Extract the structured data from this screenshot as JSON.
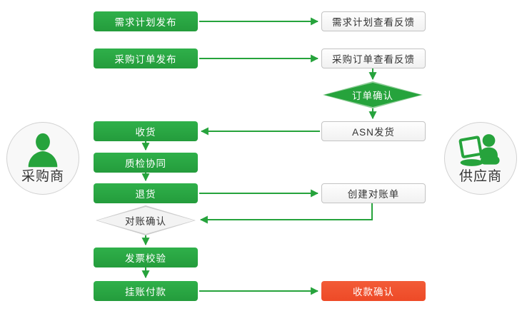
{
  "diagram": {
    "actors": {
      "buyer": "采购商",
      "supplier": "供应商"
    },
    "buyer_nodes": {
      "demand_plan_publish": "需求计划发布",
      "purchase_order_publish": "采购订单发布",
      "receive_goods": "收货",
      "quality_inspection": "质检协同",
      "return_goods": "退货",
      "reconciliation_confirm": "对账确认",
      "invoice_verification": "发票校验",
      "book_payment": "挂账付款"
    },
    "supplier_nodes": {
      "demand_plan_feedback": "需求计划查看反馈",
      "purchase_order_feedback": "采购订单查看反馈",
      "order_confirm": "订单确认",
      "asn_shipping": "ASN发货",
      "create_statement": "创建对账单",
      "receipt_confirm": "收款确认"
    },
    "colors": {
      "flow_green": "#26a33c",
      "alert_red": "#ee4a27",
      "neutral_fill": "#f3f3f3",
      "neutral_border": "#c3c3c3"
    }
  }
}
